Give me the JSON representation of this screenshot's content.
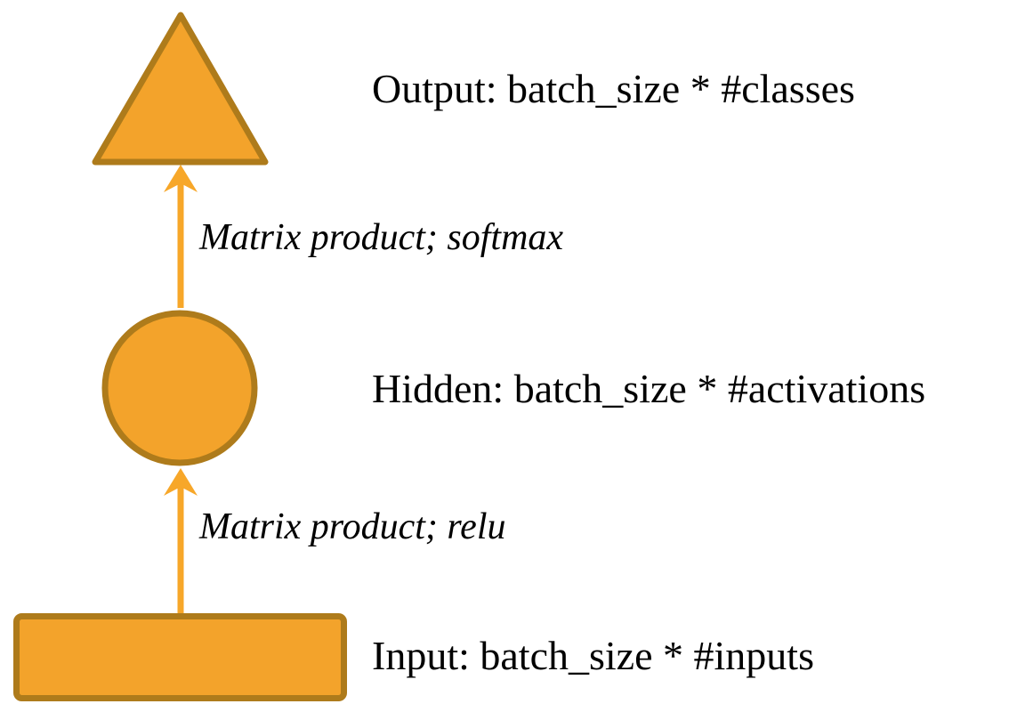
{
  "diagram": {
    "background": "#FFFFFF",
    "colors": {
      "shape_fill": "#F3A32B",
      "shape_stroke": "#AE7B1B",
      "arrow": "#F7A729",
      "text": "#000000"
    },
    "nodes": [
      {
        "id": "output",
        "shape": "triangle",
        "label": "Output: batch_size * #classes"
      },
      {
        "id": "hidden",
        "shape": "circle",
        "label": "Hidden: batch_size * #activations"
      },
      {
        "id": "input",
        "shape": "rectangle",
        "label": "Input: batch_size * #inputs"
      }
    ],
    "edges": [
      {
        "from": "hidden",
        "to": "output",
        "label": "Matrix product; softmax"
      },
      {
        "from": "input",
        "to": "hidden",
        "label": "Matrix product; relu"
      }
    ]
  }
}
